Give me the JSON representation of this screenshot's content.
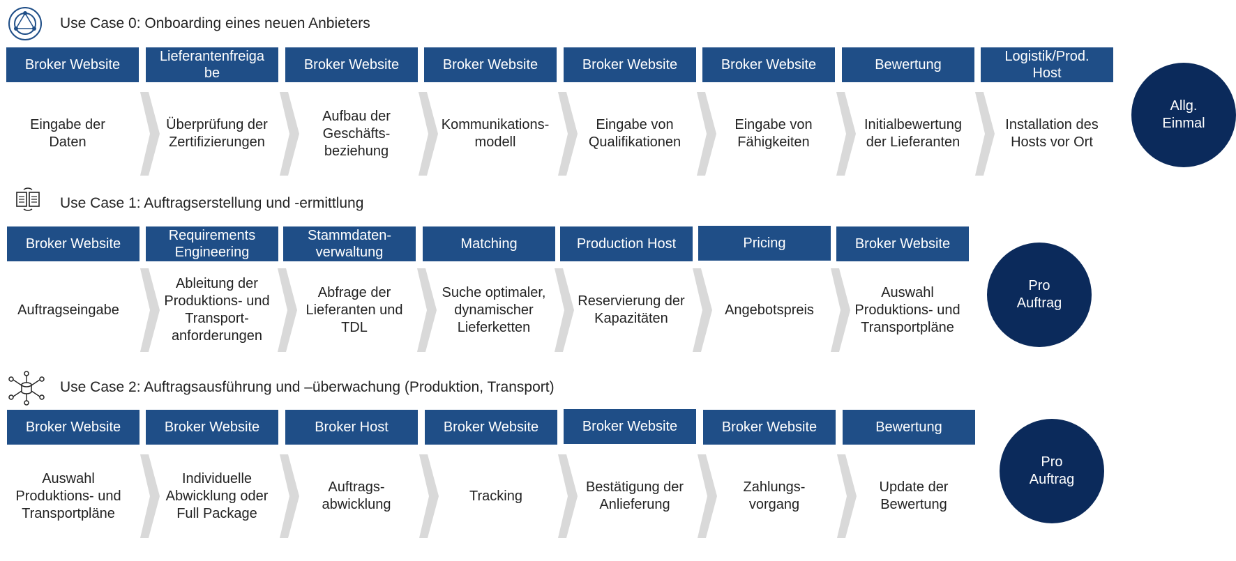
{
  "use_cases": [
    {
      "title": "Use Case 0: Onboarding eines neuen Anbieters",
      "icon": "circular-network-icon",
      "badge": "Allg.\nEinmal",
      "steps": [
        {
          "head": "Broker Website",
          "desc": "Eingabe der\nDaten"
        },
        {
          "head": "Lieferantenfreiga\nbe",
          "desc": "Überprüfung der\nZertifizierungen"
        },
        {
          "head": "Broker Website",
          "desc": "Aufbau der\nGeschäfts-\nbeziehung"
        },
        {
          "head": "Broker Website",
          "desc": "Kommunikations-\nmodell"
        },
        {
          "head": "Broker Website",
          "desc": "Eingabe von\nQualifikationen"
        },
        {
          "head": "Broker Website",
          "desc": "Eingabe von\nFähigkeiten"
        },
        {
          "head": "Bewertung",
          "desc": "Initialbewertung\nder Lieferanten"
        },
        {
          "head": "Logistik/Prod.\nHost",
          "desc": "Installation des\nHosts vor Ort"
        }
      ]
    },
    {
      "title": "Use Case 1: Auftragserstellung und -ermittlung",
      "icon": "documents-exchange-icon",
      "badge": "Pro\nAuftrag",
      "steps": [
        {
          "head": "Broker Website",
          "desc": "Auftragseingabe"
        },
        {
          "head": "Requirements\nEngineering",
          "desc": "Ableitung der\nProduktions- und\nTransport-\nanforderungen"
        },
        {
          "head": "Stammdaten-\nverwaltung",
          "desc": "Abfrage der\nLieferanten und\nTDL"
        },
        {
          "head": "Matching",
          "desc": "Suche optimaler,\ndynamischer\nLieferketten"
        },
        {
          "head": "Production Host",
          "desc": "Reservierung der\nKapazitäten"
        },
        {
          "head": "Pricing",
          "desc": "Angebotspreis"
        },
        {
          "head": "Broker Website",
          "desc": "Auswahl\nProduktions- und\nTransportpläne"
        }
      ]
    },
    {
      "title": "Use Case 2: Auftragsausführung und –überwachung (Produktion, Transport)",
      "icon": "database-network-icon",
      "badge": "Pro\nAuftrag",
      "steps": [
        {
          "head": "Broker Website",
          "desc": "Auswahl\nProduktions- und\nTransportpläne"
        },
        {
          "head": "Broker Website",
          "desc": "Individuelle\nAbwicklung oder\nFull Package"
        },
        {
          "head": "Broker Host",
          "desc": "Auftrags-\nabwicklung"
        },
        {
          "head": "Broker Website",
          "desc": "Tracking"
        },
        {
          "head": "Broker Website",
          "desc": "Bestätigung der\nAnlieferung"
        },
        {
          "head": "Broker Website",
          "desc": "Zahlungs-\nvorgang"
        },
        {
          "head": "Bewertung",
          "desc": "Update der\nBewertung"
        }
      ]
    }
  ]
}
